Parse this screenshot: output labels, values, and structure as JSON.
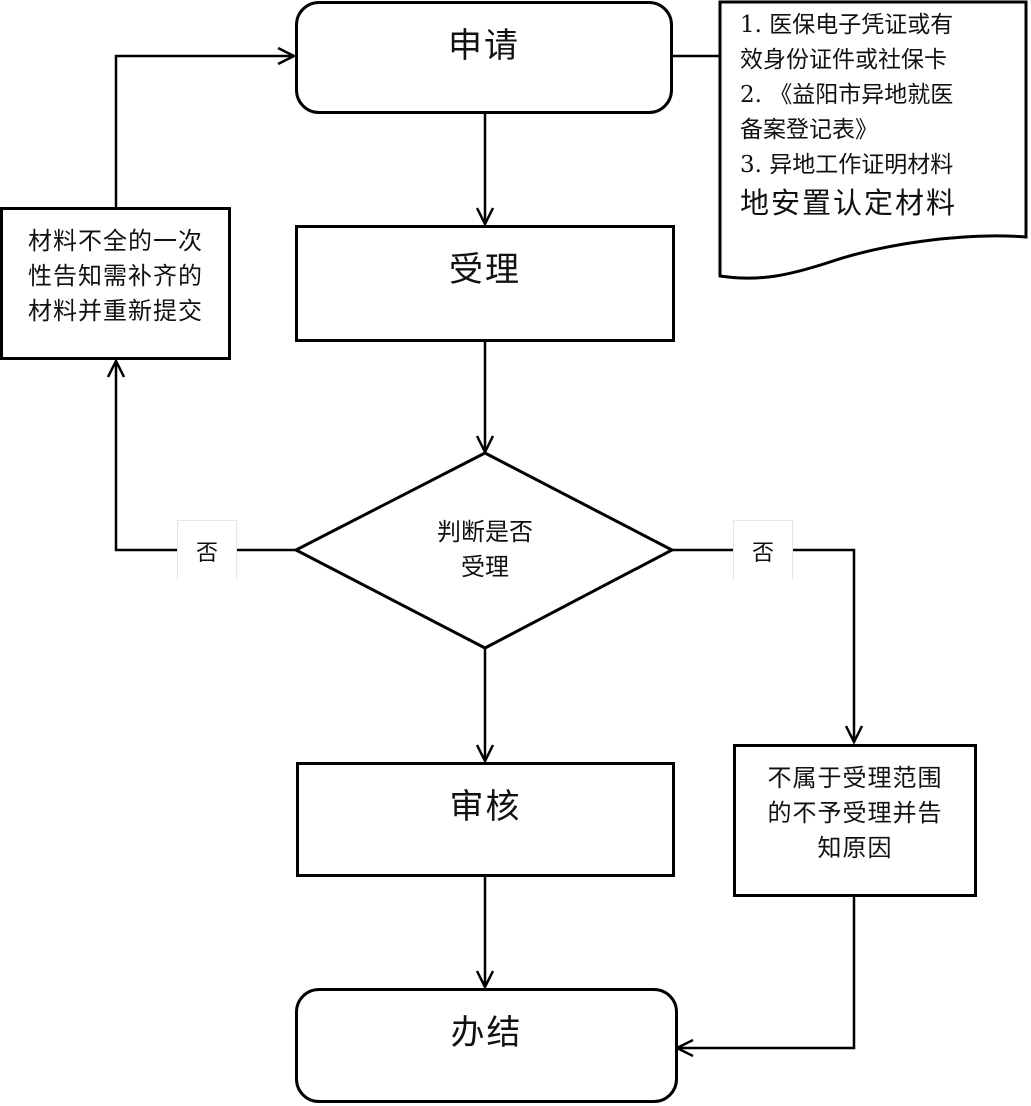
{
  "flowchart": {
    "apply": "申请",
    "accept": "受理",
    "decision": [
      "判断是否",
      "受理"
    ],
    "review": "审核",
    "complete": "办结",
    "incomplete_materials": [
      "材料不全的一次",
      "性告知需补齐的",
      "材料并重新提交"
    ],
    "not_in_scope": [
      "不属于受理范围",
      "的不予受理并告",
      "知原因"
    ],
    "no_label_left": "否",
    "no_label_right": "否",
    "required_documents": [
      "1. 医保电子凭证或有",
      "效身份证件或社保卡",
      "2. 《益阳市异地就医",
      "备案登记表》",
      "3. 异地工作证明材料",
      "地安置认定材料"
    ]
  }
}
